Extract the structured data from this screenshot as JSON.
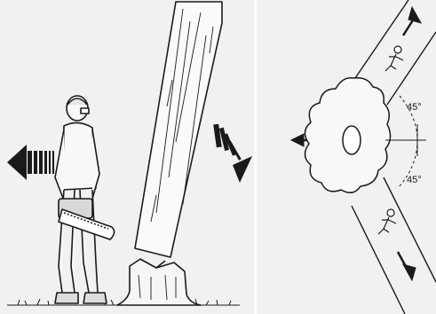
{
  "figure": {
    "description_type": "tree-felling-safety-illustration",
    "left_panel": {
      "elements": [
        "operator-with-chainsaw-icon",
        "retreat-arrow-icon",
        "falling-tree-icon",
        "fall-direction-arrow-icon",
        "tree-stump-icon"
      ]
    },
    "right_panel": {
      "elements": [
        "stump-top-view-icon",
        "fall-direction-arrow-icon",
        "escape-path-arrow-icon",
        "running-person-icon"
      ],
      "angle_top": "45°",
      "angle_bottom": "45°"
    },
    "colors": {
      "background": "#f1f1f1",
      "ink": "#1a1a1a"
    }
  }
}
